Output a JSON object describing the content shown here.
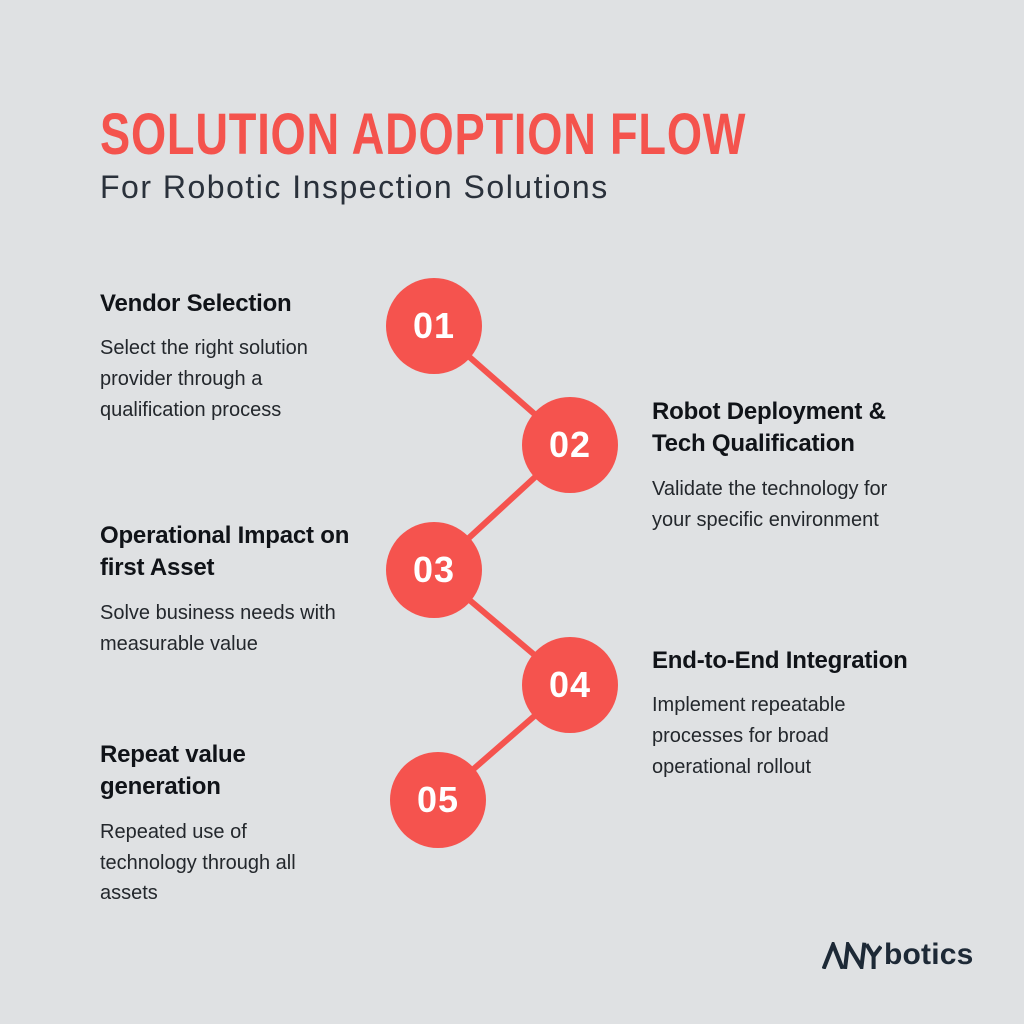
{
  "header": {
    "title": "SOLUTION ADOPTION FLOW",
    "subtitle": "For Robotic Inspection Solutions"
  },
  "colors": {
    "accent_red": "#f5534e",
    "background": "#dfe1e3",
    "heading_text": "#101318",
    "body_text": "#23272c",
    "logo_navy": "#1d2936",
    "circle_number_text": "#ffffff"
  },
  "steps": [
    {
      "number": "01",
      "side": "left",
      "title": "Vendor Selection",
      "description": "Select the right solution\nprovider through a\nqualification process"
    },
    {
      "number": "02",
      "side": "right",
      "title": "Robot Deployment &\nTech Qualification",
      "description": "Validate the technology for\nyour specific environment"
    },
    {
      "number": "03",
      "side": "left",
      "title": "Operational Impact on\nfirst Asset",
      "description": "Solve business needs with\nmeasurable value"
    },
    {
      "number": "04",
      "side": "right",
      "title": "End-to-End Integration",
      "description": "Implement repeatable\nprocesses for broad\noperational rollout"
    },
    {
      "number": "05",
      "side": "left",
      "title": "Repeat value\ngeneration",
      "description": "Repeated use of\ntechnology through all\nassets"
    }
  ],
  "logo": {
    "monogram": "ANY",
    "wordmark": "botics"
  }
}
